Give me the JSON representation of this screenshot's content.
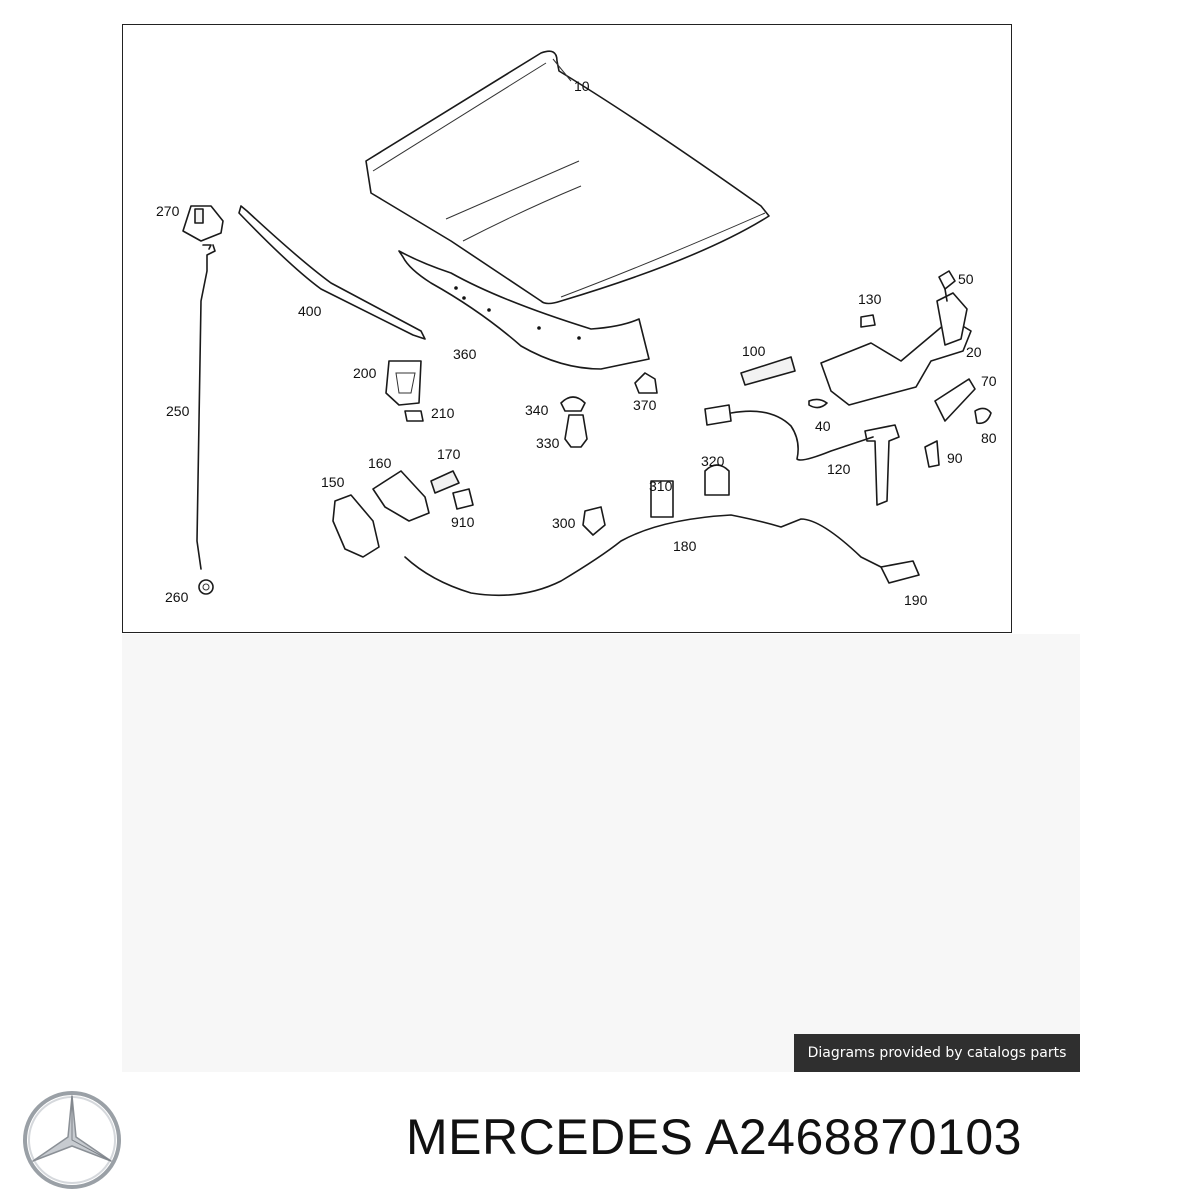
{
  "diagram": {
    "callouts": {
      "c10": "10",
      "c20": "20",
      "c40": "40",
      "c50": "50",
      "c70": "70",
      "c80": "80",
      "c90": "90",
      "c100": "100",
      "c120": "120",
      "c130": "130",
      "c150": "150",
      "c160": "160",
      "c170": "170",
      "c180": "180",
      "c190": "190",
      "c200": "200",
      "c210": "210",
      "c250": "250",
      "c260": "260",
      "c270": "270",
      "c300": "300",
      "c310": "310",
      "c320": "320",
      "c330": "330",
      "c340": "340",
      "c360": "360",
      "c370": "370",
      "c400": "400",
      "c910": "910"
    }
  },
  "credit": {
    "text": "Diagrams provided by catalogs parts"
  },
  "product": {
    "title": "MERCEDES A2468870103"
  },
  "logo": {
    "icon": "mercedes-star-icon"
  }
}
